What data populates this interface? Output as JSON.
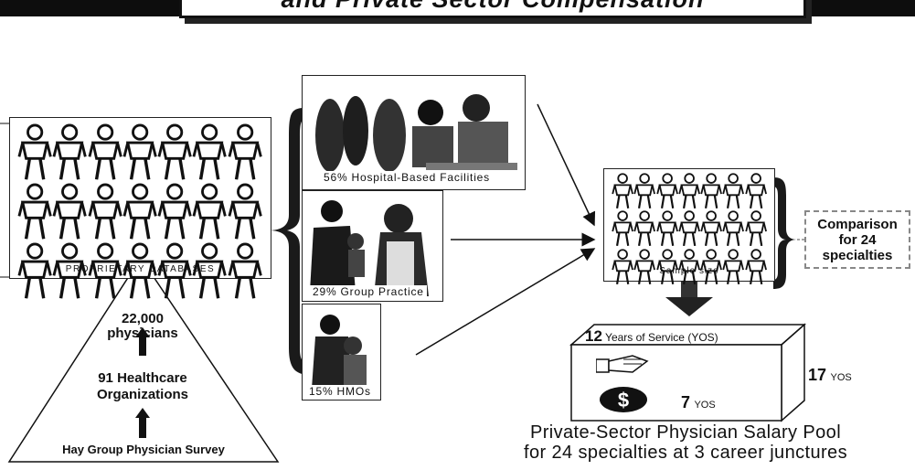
{
  "title": "and Private Sector Compensation",
  "proprietary_label": "PROPRIETARY DATABASES",
  "photo_panels": [
    {
      "label": "56% Hospital-Based Facilities"
    },
    {
      "label": "29% Group Practice"
    },
    {
      "label": "15% HMOs"
    }
  ],
  "sample_label": "Sample size",
  "comparison": {
    "line1": "Comparison",
    "line2": "for 24",
    "line3": "specialties"
  },
  "triangle": {
    "top_count": "22,000",
    "top_unit": "physicians",
    "middle_line1": "91 Healthcare",
    "middle_line2": "Organizations",
    "base": "Hay Group Physician Survey"
  },
  "box": {
    "top_num": "12",
    "top_text": "Years of Service (YOS)",
    "right_num": "17",
    "right_unit": "YOS",
    "front_num": "7",
    "front_unit": "YOS"
  },
  "pool_line1": "Private-Sector Physician Salary Pool",
  "pool_line2": "for 24 specialties at 3 career junctures"
}
